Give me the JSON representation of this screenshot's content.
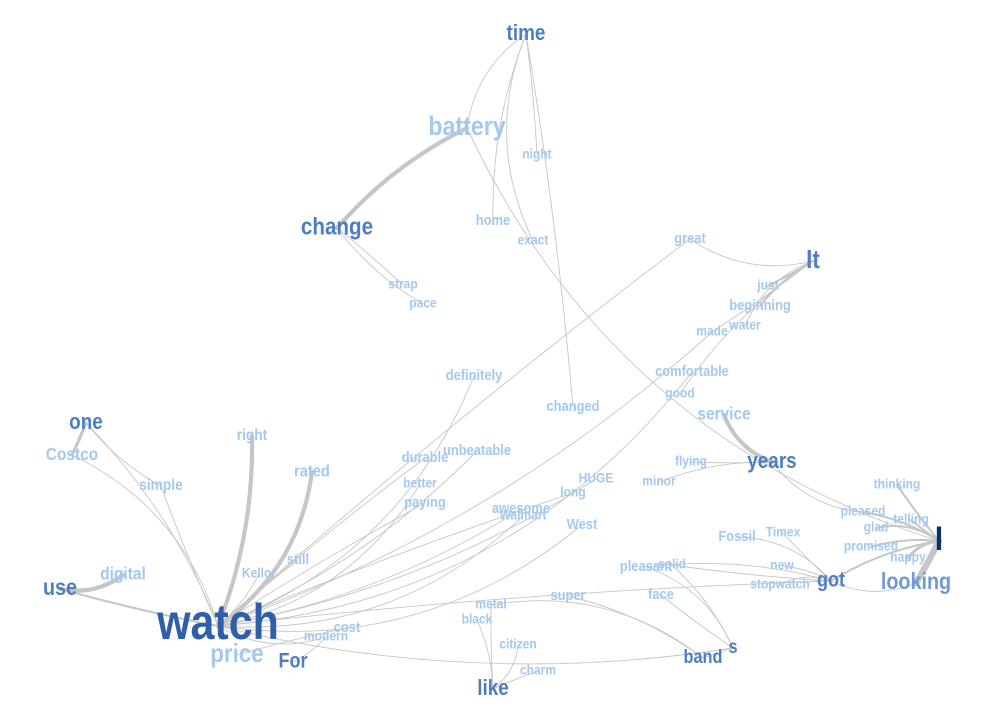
{
  "colors": {
    "edge": "#c6c6c6",
    "tier1": "#a4c8ee",
    "tier2": "#6e9bd6",
    "tier3": "#4d7ec2",
    "tier4": "#2f5fa8",
    "tier5": "#0b2e73"
  },
  "nodes": [
    {
      "id": "watch",
      "label": "watch",
      "tier": 4
    },
    {
      "id": "price",
      "label": "price",
      "tier": 1
    },
    {
      "id": "For",
      "label": "For",
      "tier": 3
    },
    {
      "id": "modern",
      "label": "modern",
      "tier": 1
    },
    {
      "id": "cost",
      "label": "cost",
      "tier": 1
    },
    {
      "id": "use",
      "label": "use",
      "tier": 3
    },
    {
      "id": "digital",
      "label": "digital",
      "tier": 1
    },
    {
      "id": "one",
      "label": "one",
      "tier": 3
    },
    {
      "id": "Costco",
      "label": "Costco",
      "tier": 1
    },
    {
      "id": "simple",
      "label": "simple",
      "tier": 1
    },
    {
      "id": "right",
      "label": "right",
      "tier": 1
    },
    {
      "id": "rated",
      "label": "rated",
      "tier": 1
    },
    {
      "id": "Kellor",
      "label": "Kellor",
      "tier": 1
    },
    {
      "id": "still",
      "label": "still",
      "tier": 1
    },
    {
      "id": "definitely",
      "label": "definitely",
      "tier": 1
    },
    {
      "id": "durable",
      "label": "durable",
      "tier": 1
    },
    {
      "id": "unbeatable",
      "label": "unbeatable",
      "tier": 1
    },
    {
      "id": "better",
      "label": "better",
      "tier": 1
    },
    {
      "id": "paying",
      "label": "paying",
      "tier": 1
    },
    {
      "id": "awesome",
      "label": "awesome",
      "tier": 1
    },
    {
      "id": "Walmart",
      "label": "Walmart",
      "tier": 1
    },
    {
      "id": "long",
      "label": "long",
      "tier": 1
    },
    {
      "id": "HUGE",
      "label": "HUGE",
      "tier": 1
    },
    {
      "id": "West",
      "label": "West",
      "tier": 1
    },
    {
      "id": "changed",
      "label": "changed",
      "tier": 1
    },
    {
      "id": "time",
      "label": "time",
      "tier": 3
    },
    {
      "id": "battery",
      "label": "battery",
      "tier": 1
    },
    {
      "id": "night",
      "label": "night",
      "tier": 1
    },
    {
      "id": "home",
      "label": "home",
      "tier": 1
    },
    {
      "id": "exact",
      "label": "exact",
      "tier": 1
    },
    {
      "id": "change",
      "label": "change",
      "tier": 3
    },
    {
      "id": "strap",
      "label": "strap",
      "tier": 1
    },
    {
      "id": "pace",
      "label": "pace",
      "tier": 1
    },
    {
      "id": "great",
      "label": "great",
      "tier": 1
    },
    {
      "id": "It",
      "label": "It",
      "tier": 3
    },
    {
      "id": "just",
      "label": "just",
      "tier": 1
    },
    {
      "id": "beginning",
      "label": "beginning",
      "tier": 1
    },
    {
      "id": "water",
      "label": "water",
      "tier": 1
    },
    {
      "id": "made",
      "label": "made",
      "tier": 1
    },
    {
      "id": "comfortable",
      "label": "comfortable",
      "tier": 1
    },
    {
      "id": "good",
      "label": "good",
      "tier": 1
    },
    {
      "id": "service",
      "label": "service",
      "tier": 1
    },
    {
      "id": "years",
      "label": "years",
      "tier": 3
    },
    {
      "id": "flying",
      "label": "flying",
      "tier": 1
    },
    {
      "id": "minor",
      "label": "minor",
      "tier": 1
    },
    {
      "id": "thinking",
      "label": "thinking",
      "tier": 1
    },
    {
      "id": "pleased",
      "label": "pleased",
      "tier": 1
    },
    {
      "id": "glad",
      "label": "glad",
      "tier": 1
    },
    {
      "id": "telling",
      "label": "telling",
      "tier": 1
    },
    {
      "id": "promised",
      "label": "promised",
      "tier": 1
    },
    {
      "id": "happy",
      "label": "happy",
      "tier": 1
    },
    {
      "id": "I",
      "label": "I",
      "tier": 5
    },
    {
      "id": "looking",
      "label": "looking",
      "tier": 2
    },
    {
      "id": "Fossil",
      "label": "Fossil",
      "tier": 1
    },
    {
      "id": "Timex",
      "label": "Timex",
      "tier": 1
    },
    {
      "id": "new",
      "label": "new",
      "tier": 1
    },
    {
      "id": "stopwatch",
      "label": "stopwatch",
      "tier": 1
    },
    {
      "id": "got",
      "label": "got",
      "tier": 3
    },
    {
      "id": "pleasant",
      "label": "pleasant",
      "tier": 1
    },
    {
      "id": "solid",
      "label": "solid",
      "tier": 1
    },
    {
      "id": "face",
      "label": "face",
      "tier": 1
    },
    {
      "id": "super",
      "label": "super",
      "tier": 1
    },
    {
      "id": "band",
      "label": "band",
      "tier": 3
    },
    {
      "id": "s",
      "label": "s",
      "tier": 3
    },
    {
      "id": "metal",
      "label": "metal",
      "tier": 1
    },
    {
      "id": "black",
      "label": "black",
      "tier": 1
    },
    {
      "id": "citizen",
      "label": "citizen",
      "tier": 1
    },
    {
      "id": "charm",
      "label": "charm",
      "tier": 1
    },
    {
      "id": "like",
      "label": "like",
      "tier": 3
    }
  ],
  "edges": [
    {
      "from": "watch",
      "to": "use",
      "w": 2
    },
    {
      "from": "watch",
      "to": "one",
      "w": 1
    },
    {
      "from": "watch",
      "to": "Costco",
      "w": 1
    },
    {
      "from": "watch",
      "to": "simple",
      "w": 1
    },
    {
      "from": "watch",
      "to": "right",
      "w": 4
    },
    {
      "from": "watch",
      "to": "rated",
      "w": 4
    },
    {
      "from": "watch",
      "to": "still",
      "w": 1
    },
    {
      "from": "watch",
      "to": "Kellor",
      "w": 1
    },
    {
      "from": "watch",
      "to": "definitely",
      "w": 1
    },
    {
      "from": "watch",
      "to": "durable",
      "w": 1
    },
    {
      "from": "watch",
      "to": "unbeatable",
      "w": 1
    },
    {
      "from": "watch",
      "to": "better",
      "w": 1
    },
    {
      "from": "watch",
      "to": "paying",
      "w": 1
    },
    {
      "from": "watch",
      "to": "awesome",
      "w": 1
    },
    {
      "from": "watch",
      "to": "Walmart",
      "w": 1
    },
    {
      "from": "watch",
      "to": "long",
      "w": 1
    },
    {
      "from": "watch",
      "to": "HUGE",
      "w": 1
    },
    {
      "from": "watch",
      "to": "West",
      "w": 1
    },
    {
      "from": "watch",
      "to": "great",
      "w": 1
    },
    {
      "from": "watch",
      "to": "made",
      "w": 1
    },
    {
      "from": "watch",
      "to": "comfortable",
      "w": 1
    },
    {
      "from": "watch",
      "to": "got",
      "w": 1
    },
    {
      "from": "watch",
      "to": "s",
      "w": 1
    },
    {
      "from": "watch",
      "to": "modern",
      "w": 1
    },
    {
      "from": "price",
      "to": "cost",
      "w": 1
    },
    {
      "from": "For",
      "to": "modern",
      "w": 1
    },
    {
      "from": "use",
      "to": "digital",
      "w": 4
    },
    {
      "from": "one",
      "to": "Costco",
      "w": 3
    },
    {
      "from": "one",
      "to": "simple",
      "w": 1
    },
    {
      "from": "time",
      "to": "battery",
      "w": 1
    },
    {
      "from": "time",
      "to": "night",
      "w": 1
    },
    {
      "from": "time",
      "to": "home",
      "w": 1
    },
    {
      "from": "time",
      "to": "exact",
      "w": 1
    },
    {
      "from": "time",
      "to": "changed",
      "w": 1
    },
    {
      "from": "battery",
      "to": "change",
      "w": 4
    },
    {
      "from": "battery",
      "to": "I",
      "w": 1
    },
    {
      "from": "change",
      "to": "strap",
      "w": 1
    },
    {
      "from": "change",
      "to": "pace",
      "w": 1
    },
    {
      "from": "great",
      "to": "It",
      "w": 1
    },
    {
      "from": "It",
      "to": "just",
      "w": 2
    },
    {
      "from": "It",
      "to": "beginning",
      "w": 2
    },
    {
      "from": "It",
      "to": "water",
      "w": 1
    },
    {
      "from": "It",
      "to": "made",
      "w": 1
    },
    {
      "from": "It",
      "to": "good",
      "w": 1
    },
    {
      "from": "service",
      "to": "years",
      "w": 4
    },
    {
      "from": "years",
      "to": "flying",
      "w": 1
    },
    {
      "from": "years",
      "to": "minor",
      "w": 1
    },
    {
      "from": "years",
      "to": "pleased",
      "w": 1
    },
    {
      "from": "I",
      "to": "thinking",
      "w": 2
    },
    {
      "from": "I",
      "to": "pleased",
      "w": 2
    },
    {
      "from": "I",
      "to": "glad",
      "w": 2
    },
    {
      "from": "I",
      "to": "telling",
      "w": 2
    },
    {
      "from": "I",
      "to": "promised",
      "w": 2
    },
    {
      "from": "I",
      "to": "happy",
      "w": 3
    },
    {
      "from": "I",
      "to": "looking",
      "w": 6
    },
    {
      "from": "I",
      "to": "got",
      "w": 2
    },
    {
      "from": "got",
      "to": "Fossil",
      "w": 1
    },
    {
      "from": "got",
      "to": "Timex",
      "w": 1
    },
    {
      "from": "got",
      "to": "new",
      "w": 1
    },
    {
      "from": "got",
      "to": "stopwatch",
      "w": 1
    },
    {
      "from": "got",
      "to": "solid",
      "w": 1
    },
    {
      "from": "got",
      "to": "pleasant",
      "w": 1
    },
    {
      "from": "got",
      "to": "looking",
      "w": 1
    },
    {
      "from": "band",
      "to": "s",
      "w": 1
    },
    {
      "from": "band",
      "to": "super",
      "w": 1
    },
    {
      "from": "band",
      "to": "metal",
      "w": 1
    },
    {
      "from": "s",
      "to": "face",
      "w": 1
    },
    {
      "from": "s",
      "to": "solid",
      "w": 1
    },
    {
      "from": "s",
      "to": "pleasant",
      "w": 1
    },
    {
      "from": "like",
      "to": "metal",
      "w": 1
    },
    {
      "from": "like",
      "to": "black",
      "w": 1
    },
    {
      "from": "like",
      "to": "citizen",
      "w": 1
    },
    {
      "from": "like",
      "to": "charm",
      "w": 1
    }
  ]
}
